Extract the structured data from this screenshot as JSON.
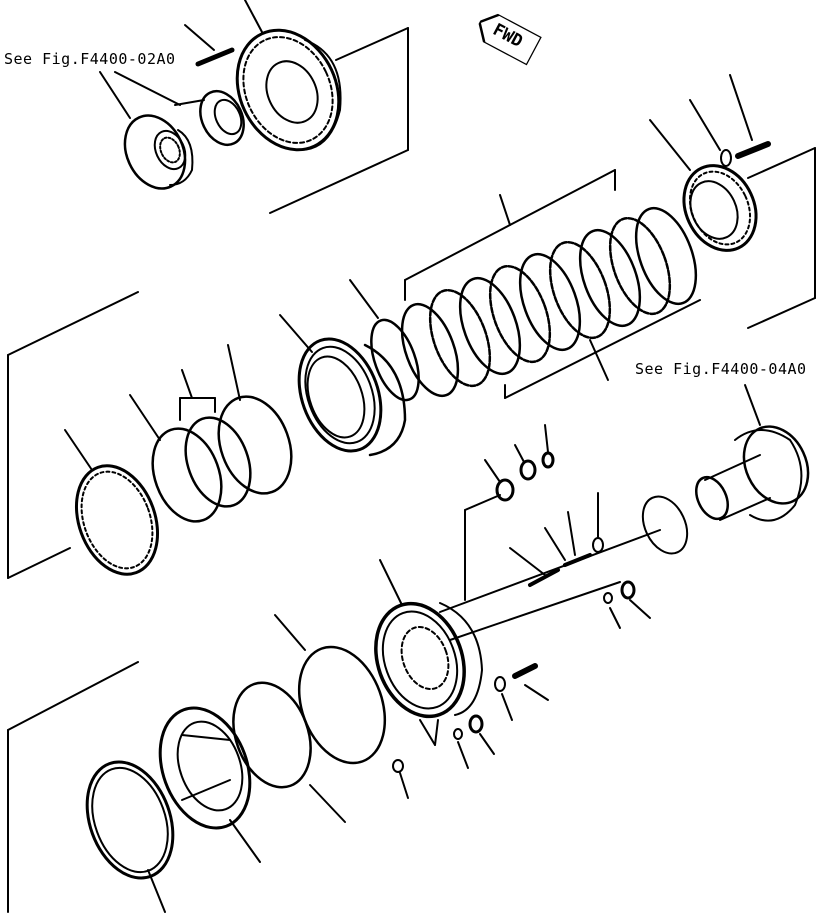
{
  "references": {
    "top_left": "See Fig.F4400-02A0",
    "right": "See Fig.F4400-04A0"
  },
  "direction_tag": "FWD"
}
